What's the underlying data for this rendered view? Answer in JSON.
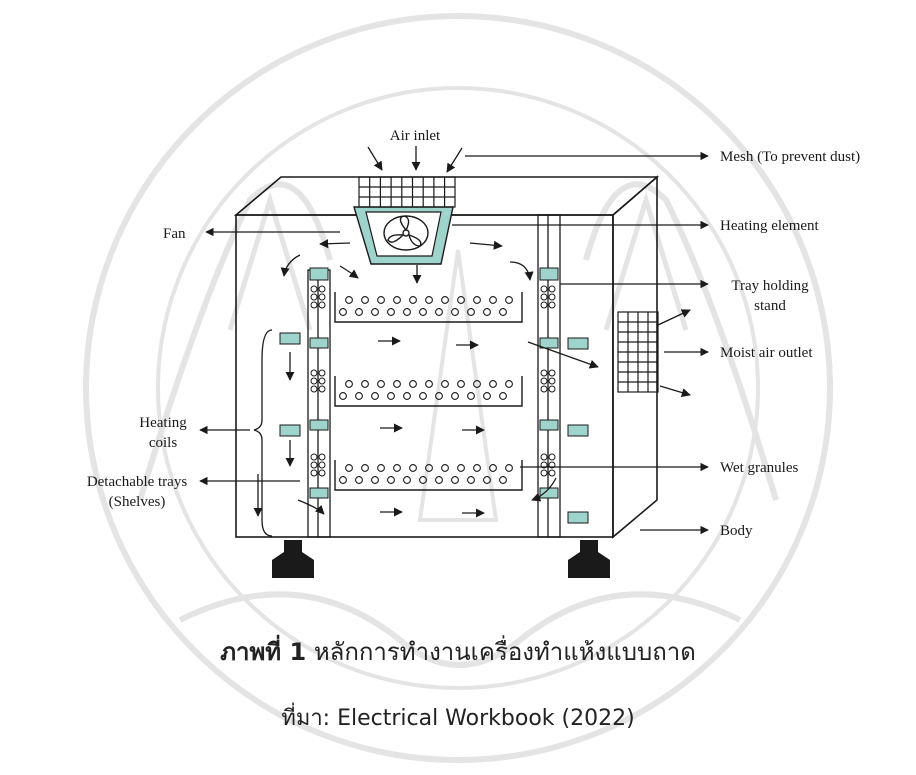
{
  "diagram": {
    "labels": {
      "air_inlet": "Air inlet",
      "mesh": "Mesh (To prevent dust)",
      "fan": "Fan",
      "heating_element": "Heating element",
      "tray_holding_stand_1": "Tray holding",
      "tray_holding_stand_2": "stand",
      "moist_air_outlet": "Moist air outlet",
      "heating_coils_1": "Heating",
      "heating_coils_2": "coils",
      "detachable_trays_1": "Detachable trays",
      "detachable_trays_2": "(Shelves)",
      "wet_granules": "Wet granules",
      "body": "Body"
    }
  },
  "caption": {
    "figure_label": "ภาพที่ 1",
    "title": "หลักการทำงานเครื่องทำแห้งแบบถาด",
    "source": "ที่มา: Electrical Workbook (2022)"
  },
  "colors": {
    "line": "#1a1a1a",
    "accent_teal": "#9fd4cc",
    "watermark": "#e3e3e3"
  }
}
